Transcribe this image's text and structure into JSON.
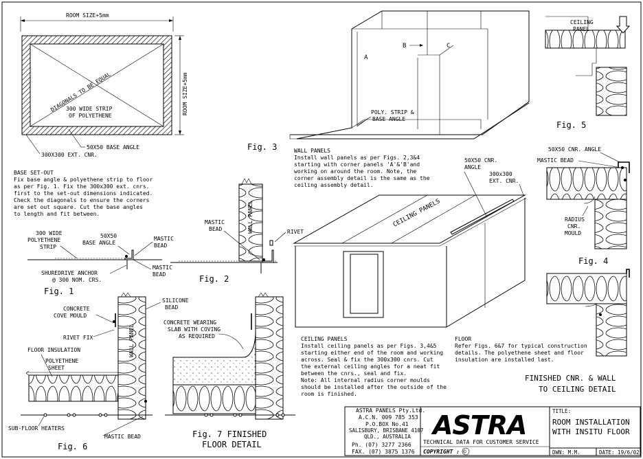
{
  "figures": {
    "fig1": {
      "label": "Fig. 1",
      "room_size_top": "ROOM SIZE+5mm",
      "room_size_side": "ROOM SIZE+5mm",
      "diagonals": "DIAGONALS TO BE EQUAL",
      "strip_1": "300 WIDE STRIP",
      "strip_2": "OF POLYETHENE",
      "base_angle": "50X50 BASE ANGLE",
      "ext_cnr": "300X300 EXT. CNR.",
      "poly_strip_1": "300 WIDE",
      "poly_strip_2": "POLYETHENE",
      "poly_strip_3": "STRIP",
      "base_angle_2a": "50X50",
      "base_angle_2b": "BASE ANGLE",
      "mastic_1a": "MASTIC",
      "mastic_1b": "BEAD",
      "mastic_2a": "MASTIC",
      "mastic_2b": "BEAD",
      "anchor_1": "SHUREDRIVE ANCHOR",
      "anchor_2": "@ 300 NOM. CRS."
    },
    "fig2": {
      "label": "Fig. 2",
      "mastic_a": "MASTIC",
      "mastic_b": "BEAD",
      "rivet": "RIVET",
      "wall_panel": "WALL PANEL"
    },
    "fig3": {
      "label": "Fig. 3",
      "a": "A",
      "b": "B",
      "c": "C",
      "poly_1": "POLY. STRIP &",
      "poly_2": "BASE ANGLE"
    },
    "fig4": {
      "label": "Fig. 4",
      "cnr_angle": "50X50 CNR. ANGLE",
      "mastic": "MASTIC BEAD",
      "radius_1": "RADIUS",
      "radius_2": "CNR.",
      "radius_3": "MOULD"
    },
    "fig5": {
      "label": "Fig. 5",
      "ceiling_1": "CEILING",
      "ceiling_2": "PANEL"
    },
    "fig6": {
      "label": "Fig. 6",
      "cove_1": "CONCRETE",
      "cove_2": "COVE MOULD",
      "silicone_1": "SILICONE",
      "silicone_2": "BEAD",
      "rivet_fix": "RIVET FIX",
      "floor_insulation": "FLOOR INSULATION",
      "poly_1": "POLYETHENE",
      "poly_2": "SHEET",
      "heaters": "SUB-FLOOR HEATERS",
      "mastic": "MASTIC BEAD",
      "wall_panel": "WALL PANEL"
    },
    "fig7": {
      "label_1": "Fig. 7 FINISHED",
      "label_2": "FLOOR DETAIL",
      "slab_1": "CONCRETE WEARING",
      "slab_2": "SLAB WITH COVING",
      "slab_3": "AS REQUIRED"
    },
    "ceiling_iso": {
      "ceiling_panels": "CEILING PANELS",
      "cnr_angle_1": "50X50 CNR.",
      "cnr_angle_2": "ANGLE",
      "ext_cnr_1": "300x300",
      "ext_cnr_2": "EXT. CNR."
    },
    "finished_cnr": {
      "line_1": "FINISHED CNR. & WALL",
      "line_2": "TO CEILING DETAIL"
    }
  },
  "notes": {
    "base_setout": {
      "title": "BASE SET-OUT",
      "lines": [
        "Fix base angle & polyethene strip to floor",
        "as per Fig. 1. Fix the 300x300 ext. cnrs.",
        "first to the set-out dimensions indicated.",
        "Check the diagonals to ensure the corners",
        "are set out square.  Cut the base angles",
        "to length and fit between."
      ]
    },
    "wall_panels": {
      "title": "WALL PANELS",
      "lines": [
        "Install wall panels as per Figs. 2,3&4",
        "starting with corner panels 'A'&'B'and",
        "working on around the room. Note, the",
        "corner assembly detail is the same as the",
        "ceiling assembly detail."
      ]
    },
    "ceiling_panels": {
      "title": "CEILING PANELS",
      "lines": [
        "Install ceiling panels as per Figs. 3,4&5",
        "starting either end of the room and working",
        "across. Seal & fix the 300x300 cnrs. Cut",
        "the external ceiling angles for a neat fit",
        "between the cnrs., seal and fix.",
        "Note: All internal radius corner moulds",
        "should be installed after the outside of the",
        "room is finished."
      ]
    },
    "floor": {
      "title": "FLOOR",
      "lines": [
        "Refer Figs. 6&7 for typical construction",
        "details. The polyethene sheet and floor",
        "insulation are installed last."
      ]
    }
  },
  "title_block": {
    "company": "ASTRA PANELS Pty.Ltd.",
    "acn": "A.C.N. 009 785 353",
    "pobox": "P.O.BOX No.41",
    "suburb": "SALISBURY, BRISBANE 4107",
    "state": "QLD., AUSTRALIA",
    "ph": "Ph.  (07)  3277  2366",
    "fax": "FAX. (07)  3875  1376",
    "logo": "ASTRA",
    "tech": "TECHNICAL DATA FOR CUSTOMER SERVICE",
    "copyright": "COPYRIGHT :",
    "copyright_symbol": "©",
    "title_label": "TITLE:",
    "title_1": "ROOM INSTALLATION",
    "title_2": "WITH INSITU FLOOR",
    "drawn": "DWN: M.M.",
    "date": "DATE: 19/6/02"
  }
}
